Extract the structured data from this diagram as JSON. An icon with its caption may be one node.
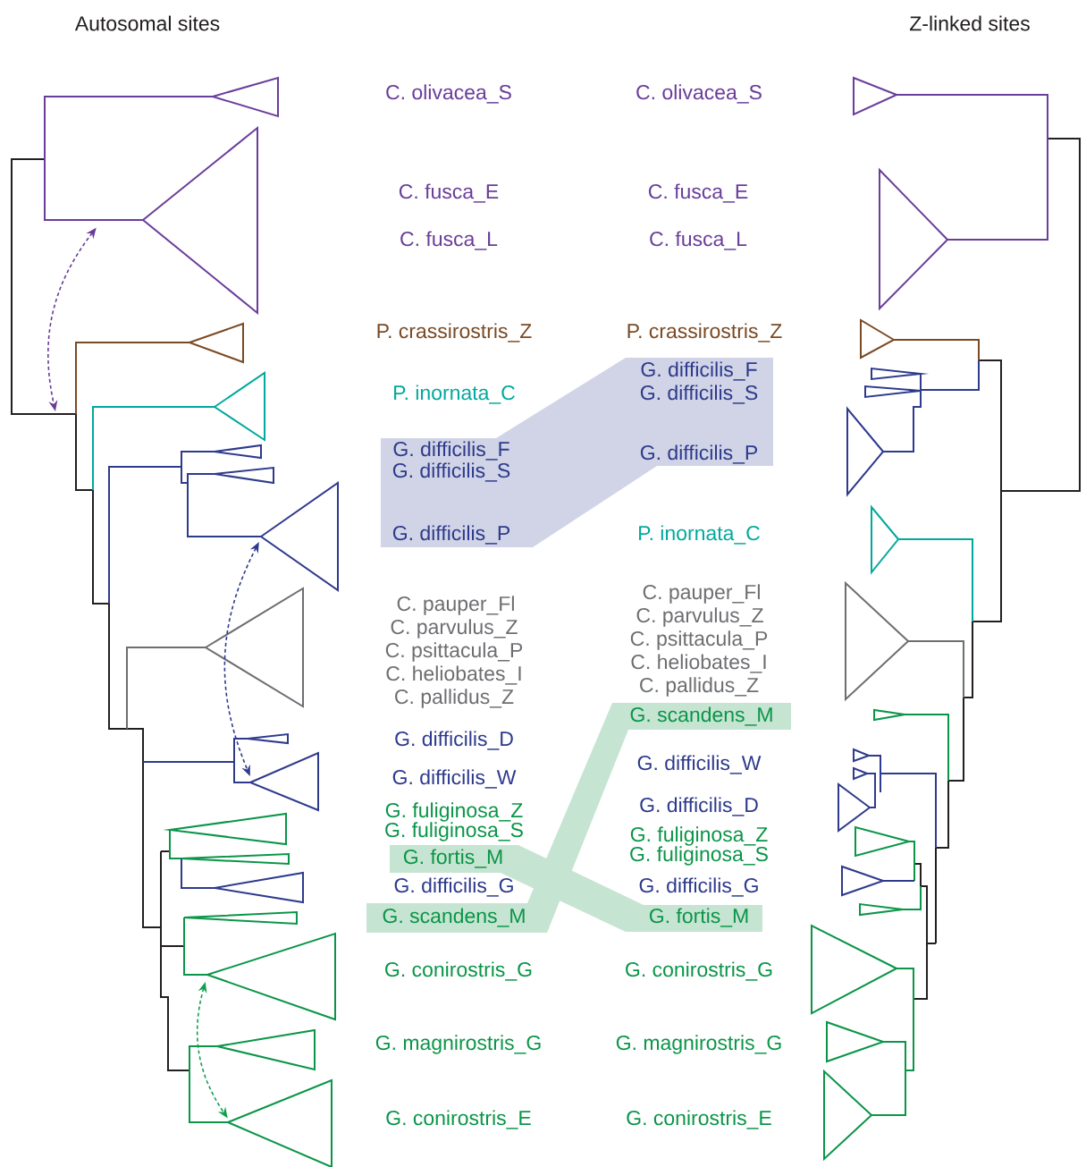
{
  "diagram": {
    "nodes": [
      {
        "text": [],
        "shape": "triangle"
      },
      {
        "text": [],
        "shape": "triangle"
      },
      {
        "text": [],
        "shape": "triangle"
      },
      {
        "text": [],
        "shape": "triangle"
      },
      {
        "text": [],
        "shape": "triangle"
      }
    ],
    "edges": [
      {
        "from": 0,
        "to": null,
        "arrow": "both",
        "style": "dashed",
        "color": "#6a3d9a"
      },
      {
        "from": 1,
        "to": 2,
        "arrow": "both",
        "style": "dashed",
        "color": "#2e3a8c"
      },
      {
        "from": 3,
        "to": 4,
        "arrow": "both",
        "style": "dashed",
        "color": "#12a050"
      }
    ],
    "labels": [
      "Autosomal sites",
      "Z-linked sites",
      "C. olivacea_S",
      "C. fusca_E",
      "C. fusca_L",
      "P. crassirostris_Z",
      "P. inornata_C",
      "G. difficilis_F",
      "G. difficilis_S",
      "G. difficilis_P",
      "C. pauper_Fl",
      "C. parvulus_Z",
      "C. psittacula_P",
      "C. heliobates_I",
      "C. pallidus_Z",
      "G. difficilis_D",
      "G. difficilis_W",
      "G. fuliginosa_Z",
      "G. fuliginosa_S",
      "G. fortis_M",
      "G. difficilis_G",
      "G. scandens_M",
      "G. conirostris_G",
      "G. magnirostris_G",
      "G. conirostris_E",
      "C. olivacea_S",
      "C. fusca_E",
      "C. fusca_L",
      "P. crassirostris_Z",
      "G. difficilis_F",
      "G. difficilis_S",
      "G. difficilis_P",
      "P. inornata_C",
      "C. pauper_Fl",
      "C. parvulus_Z",
      "C. psittacula_P",
      "C. heliobates_I",
      "C. pallidus_Z",
      "G. scandens_M",
      "G. difficilis_W",
      "G. difficilis_D",
      "G. fuliginosa_Z",
      "G. fuliginosa_S",
      "G. difficilis_G",
      "G. fortis_M",
      "G. conirostris_G",
      "G. magnirostris_G",
      "G. conirostris_E"
    ]
  }
}
